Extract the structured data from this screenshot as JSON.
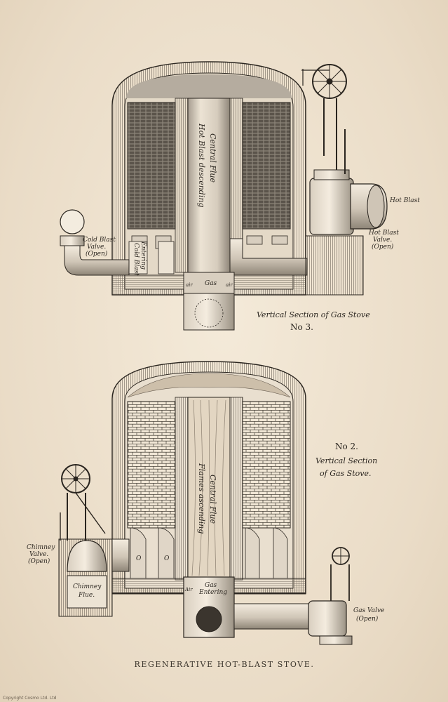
{
  "title": "REGENERATIVE HOT-BLAST STOVE.",
  "copyright": "Copyright Cosmo Ltd. Ltd",
  "figure_top": {
    "caption_line1": "Vertical Section of Gas Stove",
    "caption_line2": "No 3.",
    "labels": {
      "hot_blast_descending": "Hot Blast descending",
      "central_flue": "Central Flue",
      "cold_blast_valve": [
        "Cold Blast",
        "Valve.",
        "(Open)"
      ],
      "cold_blast_entering": [
        "Cold Blast",
        "Entering"
      ],
      "hot_blast": "Hot Blast",
      "hot_blast_valve": [
        "Hot Blast",
        "Valve.",
        "(Open)"
      ],
      "gas": "Gas",
      "air_left": "air",
      "air_right": "air"
    }
  },
  "figure_bottom": {
    "caption_line1": "No 2.",
    "caption_line2": "Vertical Section",
    "caption_line3": "of Gas Stove.",
    "labels": {
      "flames_ascending": "Flames ascending",
      "central_flue": "Central Flue",
      "chimney_valve": [
        "Chimney",
        "Valve.",
        "(Open)"
      ],
      "chimney_flue": [
        "Chimney",
        "Flue."
      ],
      "gas_entering": [
        "Gas",
        "Entering"
      ],
      "air": "Air",
      "gas_valve": [
        "Gas Valve",
        "(Open)"
      ],
      "o_left": "O",
      "o_mid": "O"
    }
  }
}
